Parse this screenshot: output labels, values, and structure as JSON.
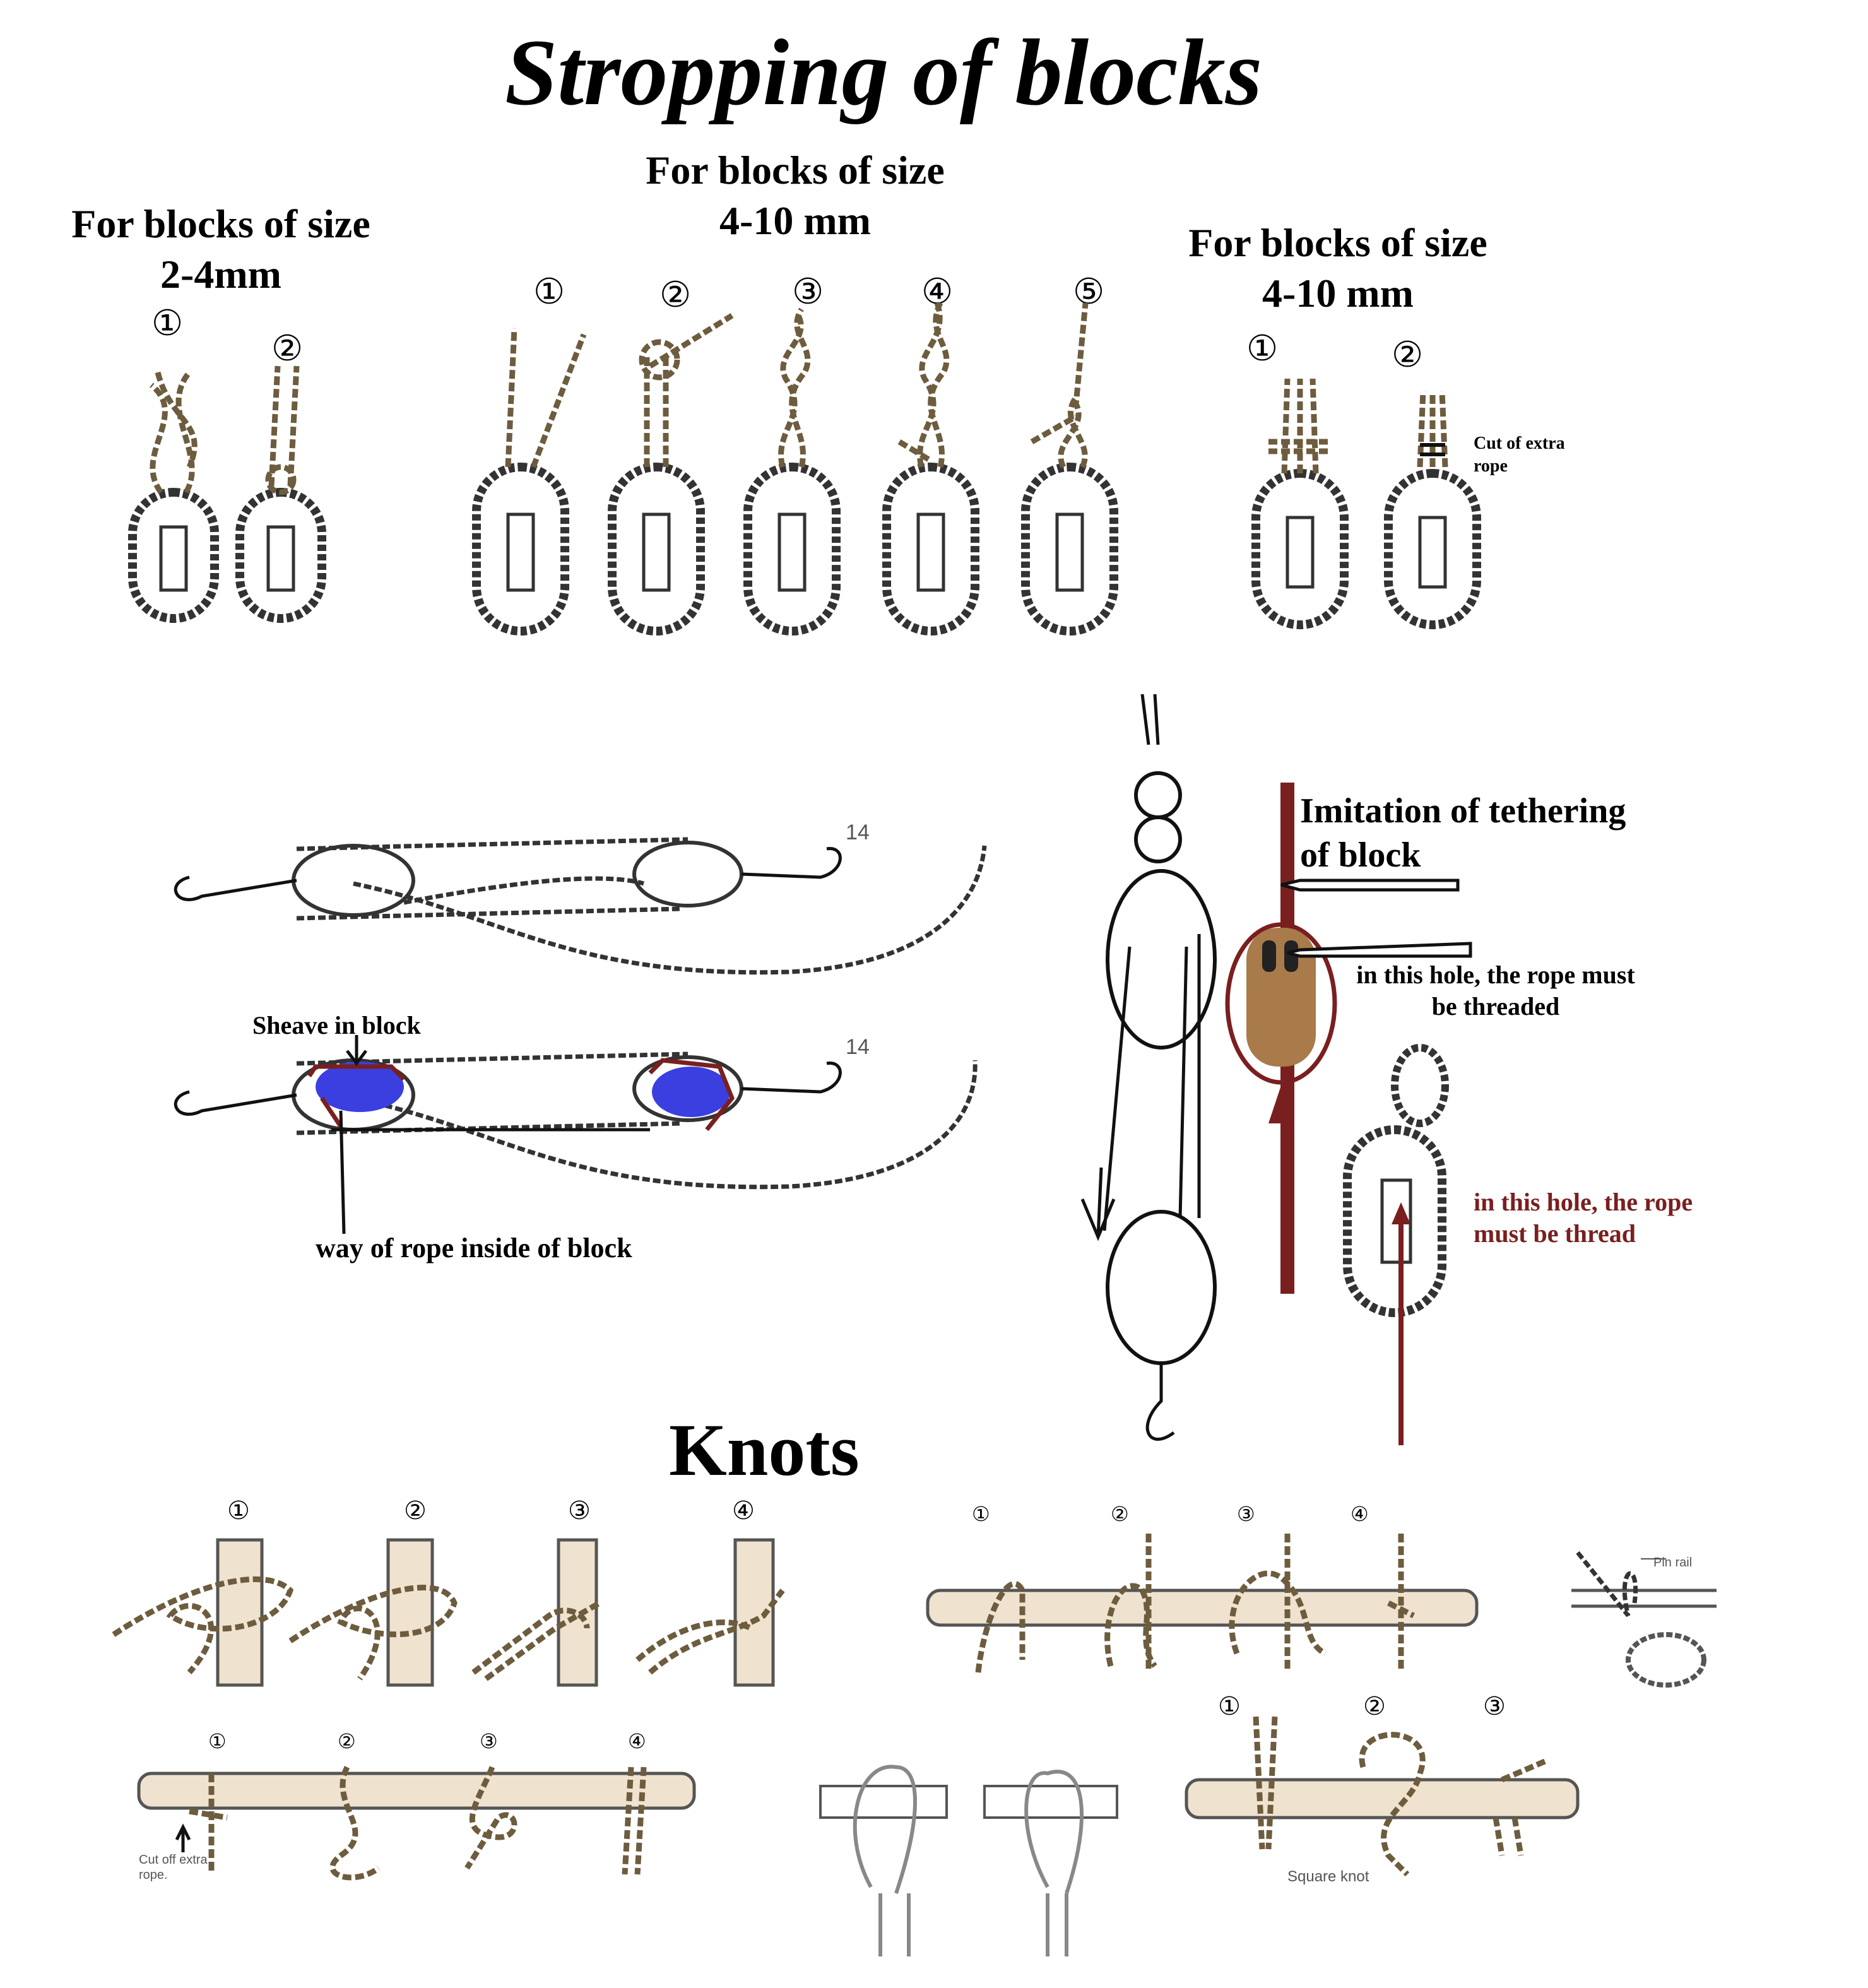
{
  "title": "Stropping of blocks",
  "sections": {
    "left": {
      "line1": "For blocks of size",
      "line2": "2-4mm"
    },
    "middle": {
      "line1": "For blocks of size",
      "line2": "4-10 mm"
    },
    "right": {
      "line1": "For blocks of size",
      "line2": "4-10 mm"
    }
  },
  "step_numbers": [
    "①",
    "②",
    "③",
    "④",
    "⑤"
  ],
  "labels": {
    "cut_of_extra_rope": "Cut of extra rope",
    "sheave_in_block": "Sheave in block",
    "way_of_rope": "way of rope inside of block",
    "imitation": "Imitation of tethering of block",
    "hole_threaded": "in this hole, the rope must be threaded",
    "hole_thread": "in this hole, the rope must be thread",
    "tackle_number": "14"
  },
  "knots": {
    "title": "Knots",
    "pin_rail": "Pin rail",
    "cut_off_extra_rope": "Cut off extra rope.",
    "square_knot": "Square knot"
  },
  "colors": {
    "rope": "#6d5c3e",
    "sheave_fill": "#3b3fe0",
    "highlight": "#7a1f1f",
    "block_wood": "#a97a4a"
  }
}
